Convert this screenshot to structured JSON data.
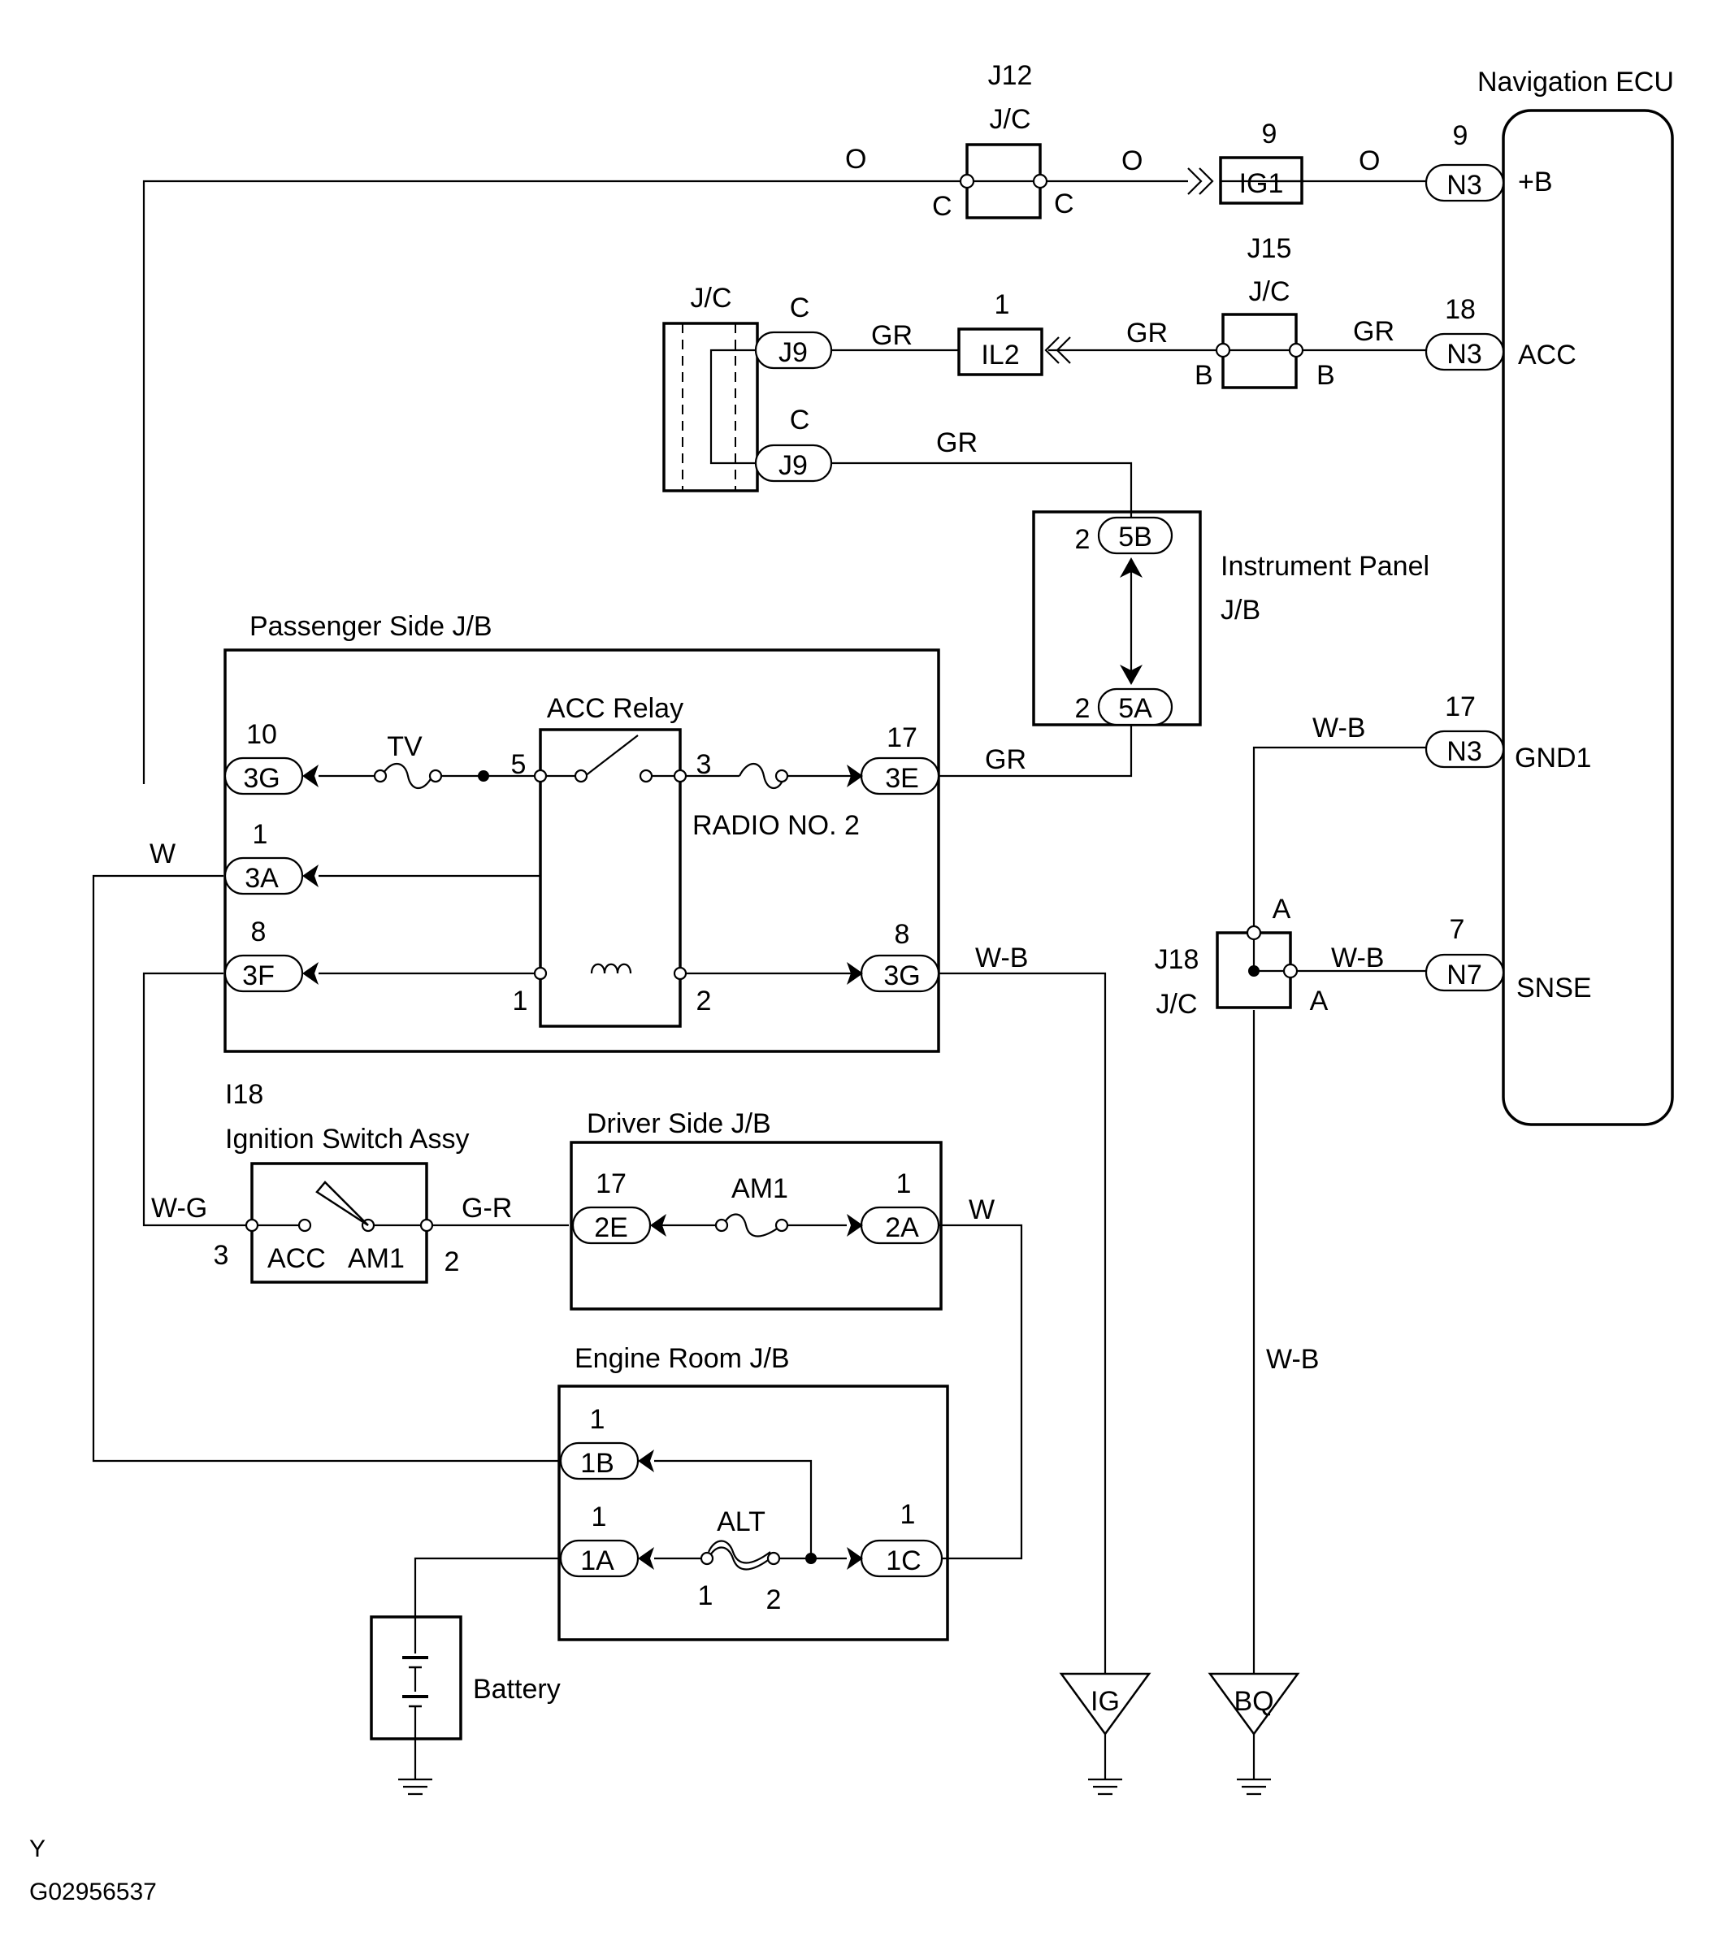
{
  "labels": {
    "nav_ecu": "Navigation ECU",
    "j12": "J12",
    "jc": "J/C",
    "j15": "J15",
    "j18": "J18",
    "passenger_jb": "Passenger Side J/B",
    "acc_relay": "ACC Relay",
    "radio_no2": "RADIO NO. 2",
    "instrument_panel_1": "Instrument Panel",
    "instrument_panel_2": "J/B",
    "i18": "I18",
    "ignition_switch": "Ignition Switch Assy",
    "ign_acc": "ACC",
    "ign_am1": "AM1",
    "driver_jb": "Driver Side J/B",
    "am1": "AM1",
    "engine_room_jb": "Engine Room J/B",
    "alt": "ALT",
    "tv": "TV",
    "battery": "Battery",
    "ground_ig": "IG",
    "ground_bq": "BQ",
    "footer_y": "Y",
    "footer_code": "G02956537"
  },
  "ecu_terminals": {
    "b_plus": "+B",
    "acc": "ACC",
    "gnd1": "GND1",
    "snse": "SNSE"
  },
  "connectors": {
    "n3": "N3",
    "n7": "N7",
    "ig1": "IG1",
    "il2": "IL2",
    "j9": "J9",
    "c5b": "5B",
    "c5a": "5A",
    "c3g": "3G",
    "c3a": "3A",
    "c3f": "3F",
    "c3e": "3E",
    "c2e": "2E",
    "c2a": "2A",
    "c1b": "1B",
    "c1a": "1A",
    "c1c": "1C"
  },
  "pins": {
    "n3_b": "9",
    "ig1": "9",
    "n3_acc": "18",
    "il2": "1",
    "n3_gnd1": "17",
    "n7_snse": "7",
    "ip_5b": "2",
    "ip_5a": "2",
    "p3g_top": "10",
    "p3a": "1",
    "p3f": "8",
    "p3e": "17",
    "p3g_bot": "8",
    "relay_5": "5",
    "relay_3": "3",
    "relay_1": "1",
    "relay_2": "2",
    "ign_3": "3",
    "ign_2": "2",
    "p2e": "17",
    "p2a": "1",
    "p1b": "1",
    "p1a": "1",
    "p1c": "1",
    "alt_1": "1",
    "alt_2": "2"
  },
  "jc_pins": {
    "c": "C",
    "b": "B",
    "a": "A"
  },
  "wire_colors": {
    "o": "O",
    "gr": "GR",
    "wb": "W-B",
    "w": "W",
    "wg": "W-G",
    "gr_r": "G-R"
  }
}
